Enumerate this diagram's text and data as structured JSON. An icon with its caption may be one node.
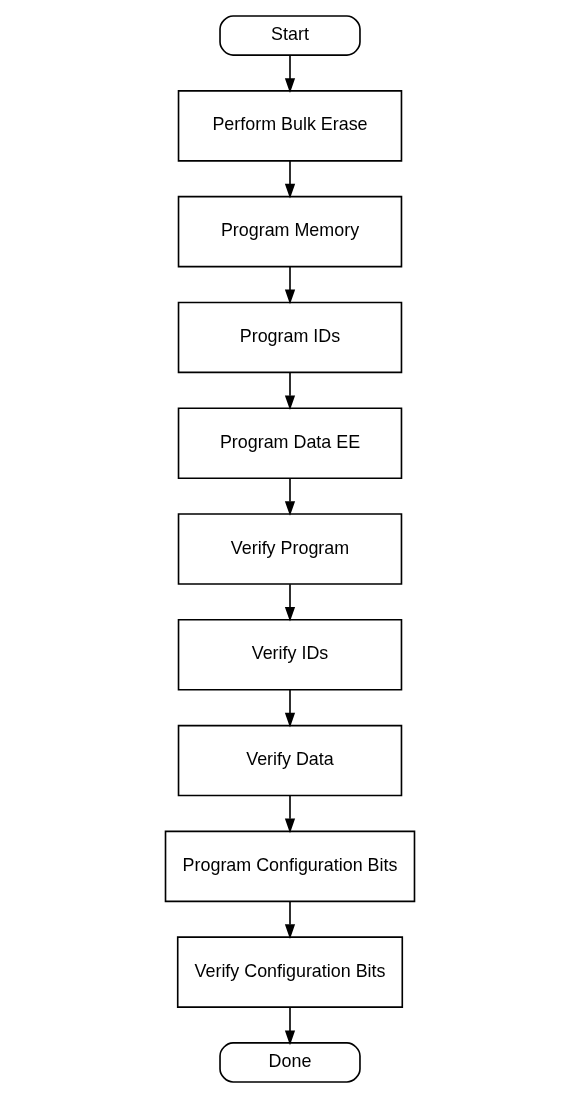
{
  "diagram": {
    "nodes": [
      {
        "text": [
          "Start"
        ]
      },
      {
        "text": [
          "Perform Bulk Erase"
        ]
      },
      {
        "text": [
          "Program Memory"
        ]
      },
      {
        "text": [
          "Program IDs"
        ]
      },
      {
        "text": [
          "Program Data EE"
        ]
      },
      {
        "text": [
          "Verify Program"
        ]
      },
      {
        "text": [
          "Verify IDs"
        ]
      },
      {
        "text": [
          "Verify Data"
        ]
      },
      {
        "text": [
          "Program Configuration Bits"
        ]
      },
      {
        "text": [
          "Verify Configuration Bits"
        ]
      },
      {
        "text": [
          "Done"
        ]
      }
    ],
    "edges": [
      {
        "from": 0,
        "to": 1,
        "arrow": "to"
      },
      {
        "from": 1,
        "to": 2,
        "arrow": "to"
      },
      {
        "from": 2,
        "to": 3,
        "arrow": "to"
      },
      {
        "from": 3,
        "to": 4,
        "arrow": "to"
      },
      {
        "from": 4,
        "to": 5,
        "arrow": "to"
      },
      {
        "from": 5,
        "to": 6,
        "arrow": "to"
      },
      {
        "from": 6,
        "to": 7,
        "arrow": "to"
      },
      {
        "from": 7,
        "to": 8,
        "arrow": "to"
      },
      {
        "from": 8,
        "to": 9,
        "arrow": "to"
      },
      {
        "from": 9,
        "to": 10,
        "arrow": "to"
      }
    ]
  }
}
